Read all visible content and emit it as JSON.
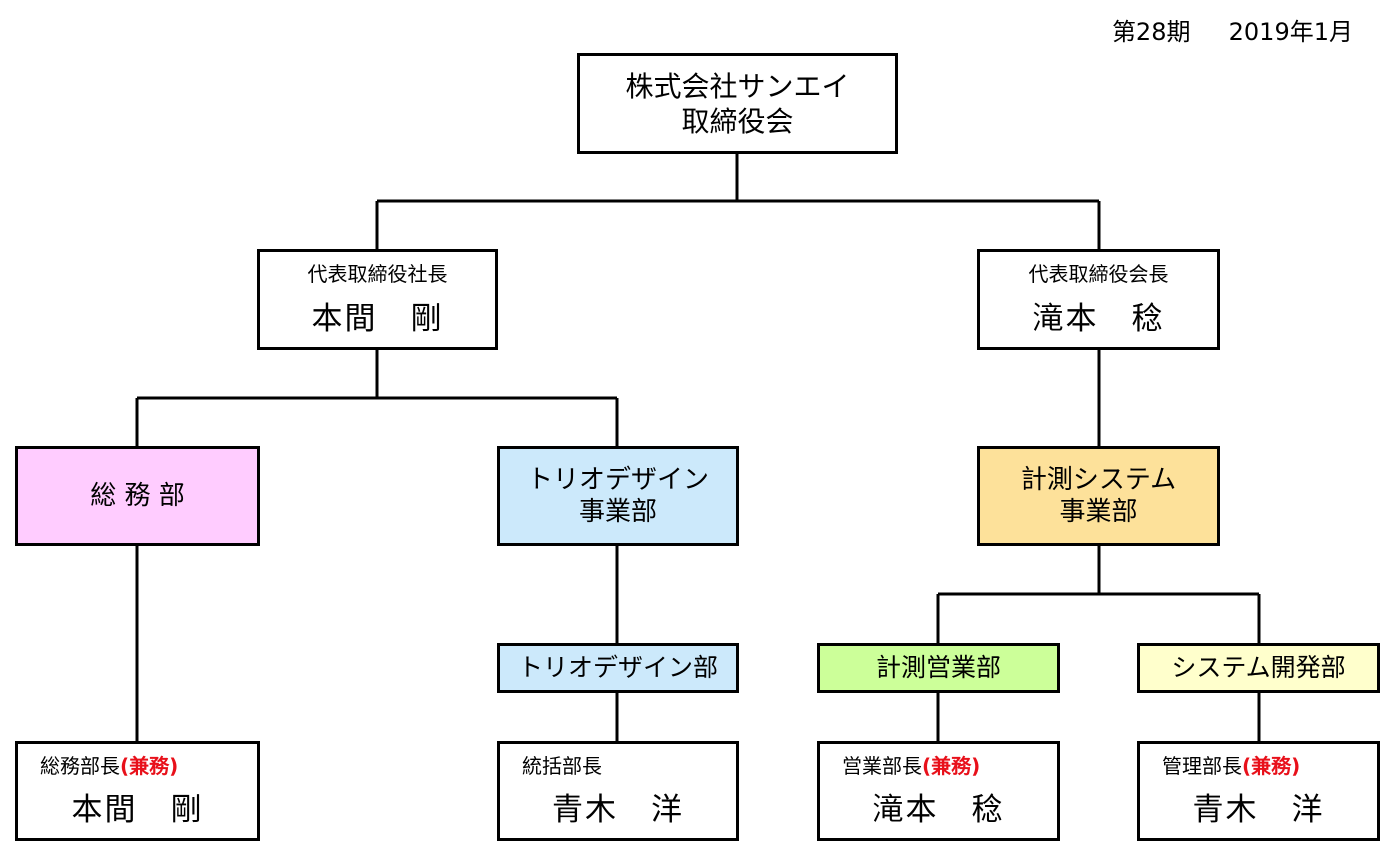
{
  "header": {
    "period": "第28期",
    "date": "2019年1月"
  },
  "board": {
    "line1": "株式会社サンエイ",
    "line2": "取締役会"
  },
  "president": {
    "title": "代表取締役社長",
    "name": "本間　剛"
  },
  "chairman": {
    "title": "代表取締役会長",
    "name": "滝本　稔"
  },
  "departments": {
    "general_affairs": {
      "label": "総 務 部",
      "color": "#ffccff"
    },
    "trio_design_division": {
      "line1": "トリオデザイン",
      "line2": "事業部",
      "color": "#cce9fb"
    },
    "measurement_division": {
      "line1": "計測システム",
      "line2": "事業部",
      "color": "#fde19a"
    },
    "trio_design_dept": {
      "label": "トリオデザイン部",
      "color": "#cce9fb"
    },
    "measurement_sales": {
      "label": "計測営業部",
      "color": "#ccff99"
    },
    "system_dev": {
      "label": "システム開発部",
      "color": "#ffffcc"
    }
  },
  "managers": [
    {
      "role": "総務部長",
      "concurrent": "(兼務)",
      "name": "本間　剛"
    },
    {
      "role": "統括部長",
      "concurrent": "",
      "name": "青木　洋"
    },
    {
      "role": "営業部長",
      "concurrent": "(兼務)",
      "name": "滝本　稔"
    },
    {
      "role": "管理部長",
      "concurrent": "(兼務)",
      "name": "青木　洋"
    }
  ]
}
